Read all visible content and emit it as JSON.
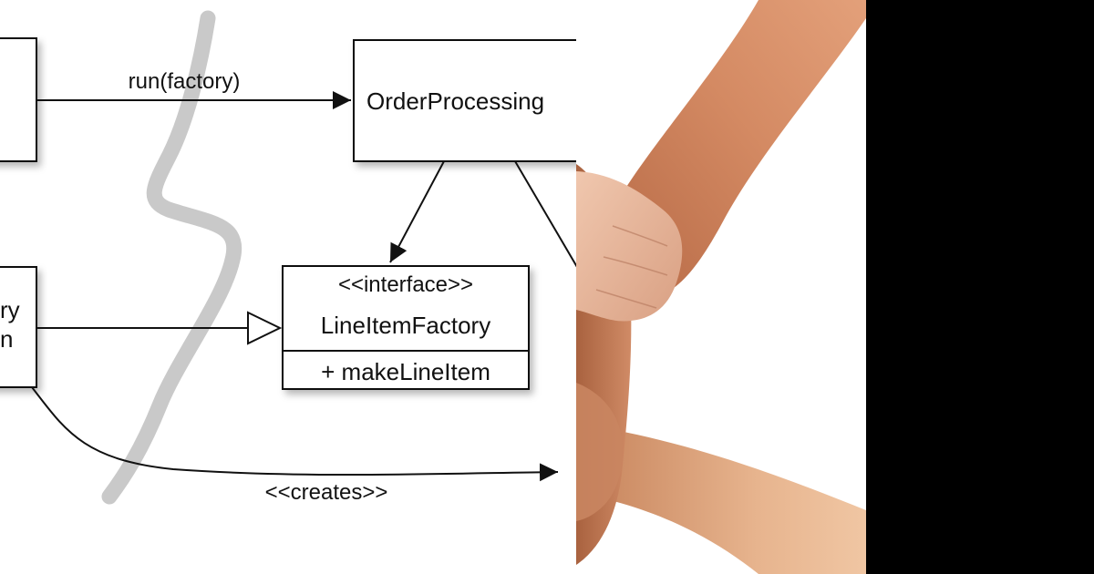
{
  "diagram": {
    "edges": {
      "run_label": "run(factory)",
      "creates_label": "<<creates>>"
    },
    "order_processing_box": {
      "label": "OrderProcessing"
    },
    "factory_interface_box": {
      "stereotype": "<<interface>>",
      "name": "LineItemFactory",
      "operation": "+ makeLineItem"
    },
    "left_lower_box": {
      "line1": "ry",
      "line2": "n"
    }
  },
  "colors": {
    "separator_gray": "#c9c9c9",
    "black_panel": "#000000"
  }
}
